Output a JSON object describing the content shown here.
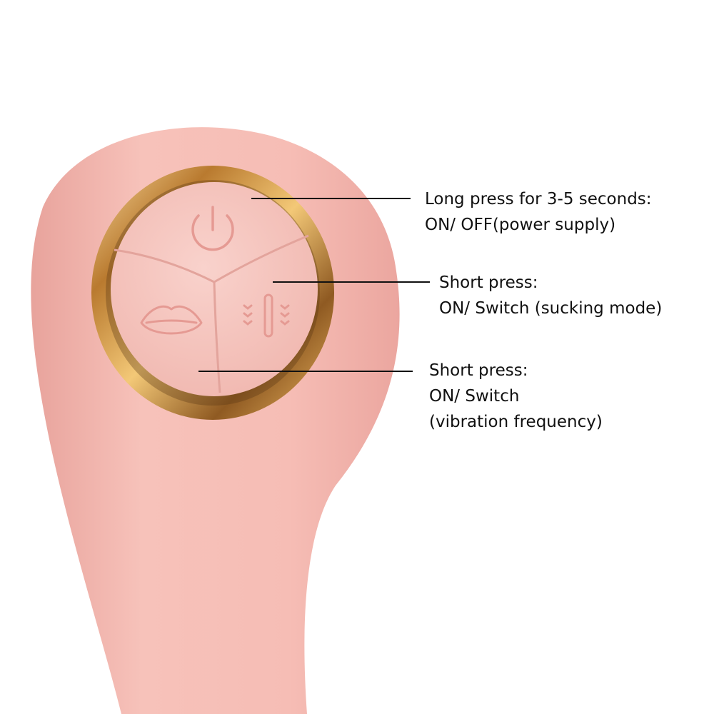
{
  "product": {
    "body_color": "#f4b8b1",
    "ring_color": "#d9a04a",
    "button_panel_color": "#f6c8c2",
    "icon_color": "#e59a93",
    "buttons": [
      {
        "name": "power-button",
        "icon": "power-icon"
      },
      {
        "name": "sucking-button",
        "icon": "lips-icon"
      },
      {
        "name": "vibration-button",
        "icon": "vibration-icon"
      }
    ]
  },
  "callouts": {
    "power": {
      "line1": "Long press for 3-5 seconds:",
      "line2": "ON/ OFF(power supply)"
    },
    "suck": {
      "line1": "Short press:",
      "line2": "ON/ Switch (sucking mode)"
    },
    "vibe": {
      "line1": "Short press:",
      "line2": "ON/ Switch",
      "line3": "(vibration frequency)"
    }
  }
}
